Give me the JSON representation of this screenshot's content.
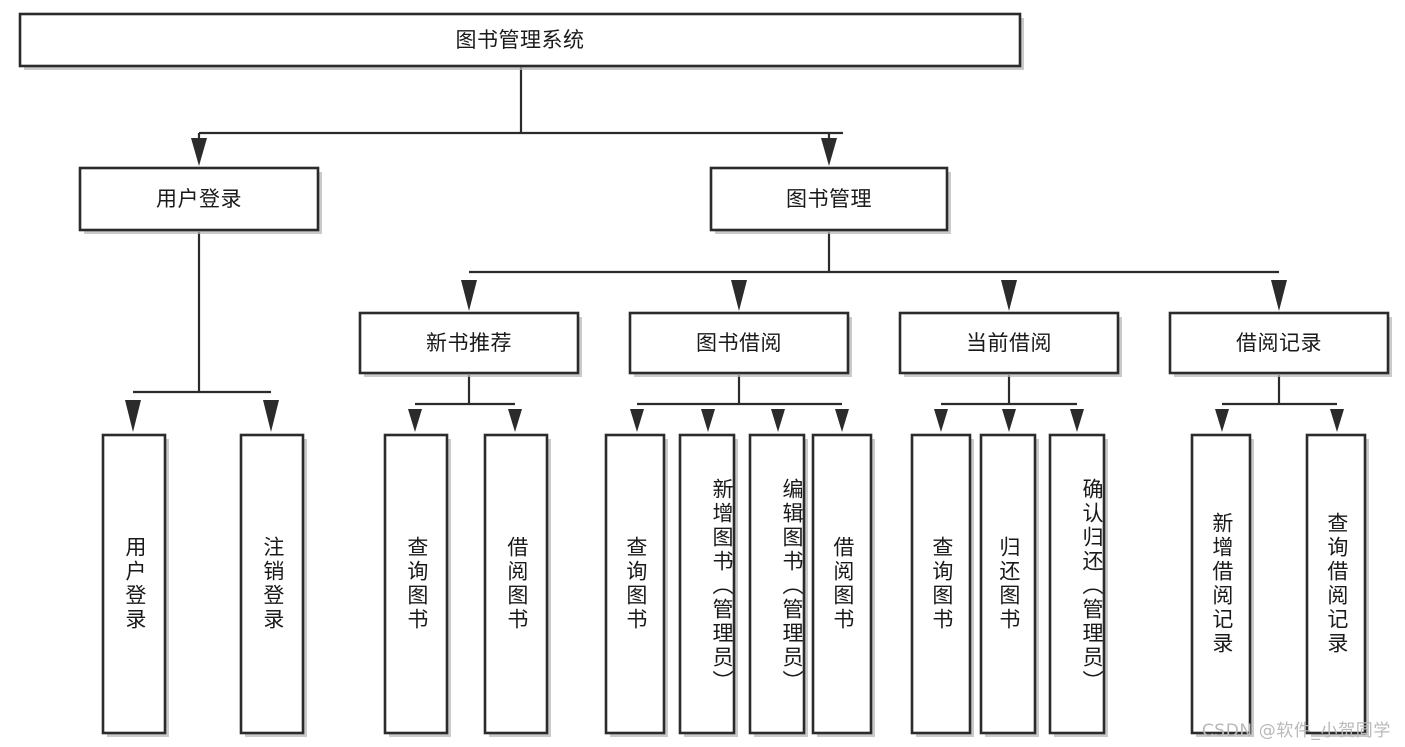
{
  "diagram": {
    "title": "图书管理系统",
    "type": "tree",
    "watermark": "CSDN @软件_小贺同学",
    "colors": {
      "background": "#ffffff",
      "box_fill": "#ffffff",
      "box_stroke": "#2b2b2b",
      "connector": "#2b2b2b",
      "text": "#1a1a1a",
      "watermark": "#b9b9b9",
      "shadow": "#b8b8b8"
    },
    "root": {
      "label": "图书管理系统"
    },
    "level2": [
      {
        "label": "用户登录"
      },
      {
        "label": "图书管理"
      }
    ],
    "level3": [
      {
        "label": "新书推荐"
      },
      {
        "label": "图书借阅"
      },
      {
        "label": "当前借阅"
      },
      {
        "label": "借阅记录"
      }
    ],
    "leaves": {
      "user_login": [
        {
          "label": "用户登录"
        },
        {
          "label": "注销登录"
        }
      ],
      "new_book_recommend": [
        {
          "label": "查询图书"
        },
        {
          "label": "借阅图书"
        }
      ],
      "book_borrow": [
        {
          "label": "查询图书"
        },
        {
          "label": "新增图书（管理员）"
        },
        {
          "label": "编辑图书（管理员）"
        },
        {
          "label": "借阅图书"
        }
      ],
      "current_borrow": [
        {
          "label": "查询图书"
        },
        {
          "label": "归还图书"
        },
        {
          "label": "确认归还（管理员）"
        }
      ],
      "borrow_record": [
        {
          "label": "新增借阅记录"
        },
        {
          "label": "查询借阅记录"
        }
      ]
    }
  }
}
